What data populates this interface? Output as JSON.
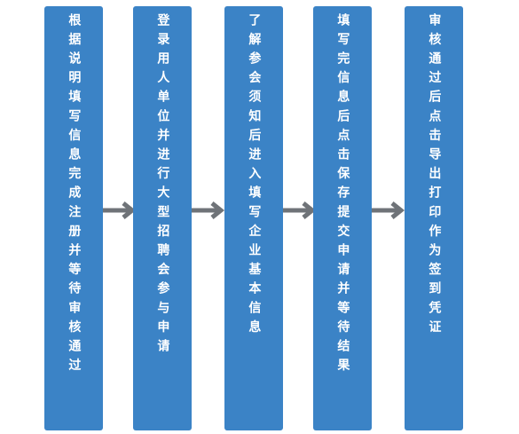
{
  "flow": {
    "steps": [
      {
        "id": "s1",
        "text": "根据说明填写信息完成注册并等待审核通过"
      },
      {
        "id": "s2",
        "text": "登录用人单位并进行大型招聘会参与申请"
      },
      {
        "id": "s3",
        "text": "了解参会须知后进入填写企业基本信息"
      },
      {
        "id": "s4",
        "text": "填写完信息后点击保存提交申请并等待结果"
      },
      {
        "id": "s5",
        "text": "审核通过后点击导出打印作为签到凭证"
      }
    ],
    "colors": {
      "box": "#3b83c6",
      "text": "#ffffff",
      "arrow": "#6f7378"
    },
    "arrow_icon": "right-arrow"
  }
}
